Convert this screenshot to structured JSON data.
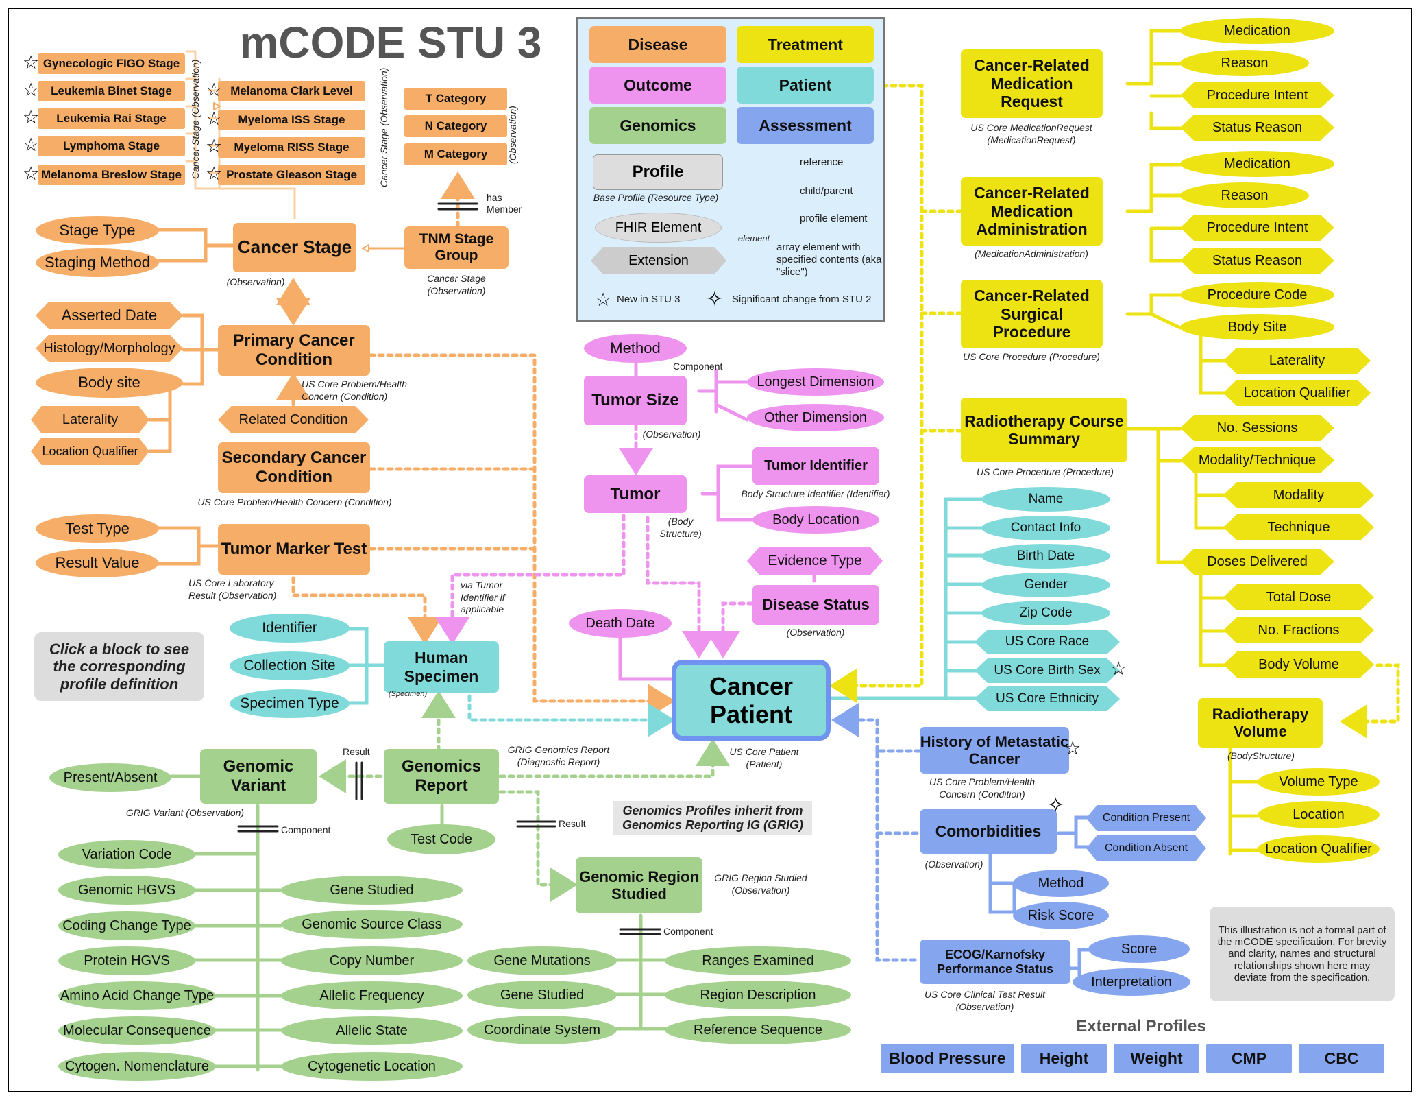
{
  "title": "mCODE STU 3",
  "colors": {
    "disease": "#f6ad67",
    "treatment": "#ede313",
    "outcome": "#ee93ee",
    "patient": "#80dada",
    "genomics": "#a5d18e",
    "assessment": "#86a5ef"
  },
  "legend": {
    "disease": "Disease",
    "treatment": "Treatment",
    "outcome": "Outcome",
    "patient": "Patient",
    "genomics": "Genomics",
    "assessment": "Assessment",
    "profile": "Profile",
    "base_profile": "Base Profile (Resource Type)",
    "fhir_element": "FHIR Element",
    "extension": "Extension",
    "reference": "reference",
    "child_parent": "child/parent",
    "profile_element": "profile element",
    "element": "element",
    "slice": "array element with specified contents (aka \"slice\")",
    "new": "New in STU 3",
    "changed": "Significant change from STU 2"
  },
  "stages": {
    "gyn": "Gynecologic FIGO Stage",
    "binet": "Leukemia Binet Stage",
    "rai": "Leukemia Rai Stage",
    "lymphoma": "Lymphoma Stage",
    "breslow": "Melanoma Breslow Stage",
    "clark": "Melanoma Clark Level",
    "iss": "Myeloma ISS Stage",
    "riss": "Myeloma RISS Stage",
    "gleason": "Prostate Gleason Stage",
    "cap1": "Cancer Stage (Observation)",
    "cap2": "Cancer Stage (Observation)",
    "t": "T Category",
    "n": "N Category",
    "m": "M Category",
    "cap3": "(Observation)",
    "has_member": "has Member"
  },
  "disease": {
    "cancer_stage": "Cancer Stage",
    "cancer_stage_cap": "(Observation)",
    "stage_type": "Stage Type",
    "staging_method": "Staging Method",
    "tnm": "TNM Stage Group",
    "tnm_cap": "Cancer Stage (Observation)",
    "primary": "Primary Cancer Condition",
    "primary_cap": "US Core Problem/Health Concern (Condition)",
    "asserted_date": "Asserted Date",
    "histology": "Histology/Morphology",
    "body_site": "Body site",
    "laterality": "Laterality",
    "location_qualifier": "Location Qualifier",
    "related_condition": "Related Condition",
    "secondary": "Secondary Cancer Condition",
    "secondary_cap": "US Core Problem/Health Concern (Condition)",
    "tumor_marker": "Tumor Marker Test",
    "tumor_marker_cap": "US Core Laboratory Result (Observation)",
    "test_type": "Test Type",
    "result_value": "Result Value"
  },
  "outcome": {
    "method": "Method",
    "component": "Component",
    "tumor_size": "Tumor Size",
    "tumor_size_cap": "(Observation)",
    "longest": "Longest Dimension",
    "other": "Other Dimension",
    "tumor": "Tumor",
    "tumor_cap": "(Body Structure)",
    "tumor_identifier": "Tumor Identifier",
    "tumor_identifier_cap": "Body Structure Identifier (Identifier)",
    "body_location": "Body Location",
    "evidence_type": "Evidence Type",
    "disease_status": "Disease Status",
    "disease_status_cap": "(Observation)",
    "death_date": "Death Date",
    "via": "via Tumor Identifier if applicable"
  },
  "patient": {
    "cancer_patient": "Cancer Patient",
    "cap": "US Core Patient (Patient)",
    "name": "Name",
    "contact": "Contact Info",
    "birth_date": "Birth Date",
    "gender": "Gender",
    "zip": "Zip Code",
    "race": "US Core Race",
    "birth_sex": "US Core Birth Sex",
    "ethnicity": "US Core Ethnicity",
    "specimen": "Human Specimen",
    "specimen_cap": "(Specimen)",
    "identifier": "Identifier",
    "collection_site": "Collection Site",
    "specimen_type": "Specimen Type"
  },
  "note": "Click a block to see the corresponding profile definition",
  "genomics": {
    "variant": "Genomic Variant",
    "variant_cap": "GRIG Variant (Observation)",
    "present_absent": "Present/Absent",
    "result": "Result",
    "report": "Genomics Report",
    "report_cap": "GRIG Genomics Report (Diagnostic Report)",
    "test_code": "Test Code",
    "inherit": "Genomics Profiles inherit from Genomics Reporting IG (GRIG)",
    "region": "Genomic Region Studied",
    "region_cap": "GRIG Region Studied (Observation)",
    "component": "Component",
    "variation_code": "Variation Code",
    "genomic_hgvs": "Genomic HGVS",
    "coding_change": "Coding Change Type",
    "protein_hgvs": "Protein HGVS",
    "amino_acid": "Amino Acid Change Type",
    "molecular": "Molecular Consequence",
    "cytogen": "Cytogen. Nomenclature",
    "gene_studied": "Gene Studied",
    "source_class": "Genomic Source Class",
    "copy_number": "Copy Number",
    "allelic_frequency": "Allelic Frequency",
    "allelic_state": "Allelic State",
    "cytogenetic_location": "Cytogenetic Location",
    "gene_mutations": "Gene Mutations",
    "gene_studied2": "Gene Studied",
    "coordinate_system": "Coordinate System",
    "ranges_examined": "Ranges Examined",
    "region_description": "Region Description",
    "reference_sequence": "Reference Sequence"
  },
  "treatment": {
    "med_request": "Cancer-Related Medication Request",
    "med_request_cap": "US Core MedicationRequest (MedicationRequest)",
    "med_admin": "Cancer-Related Medication Administration",
    "med_admin_cap": "(MedicationAdministration)",
    "surgical": "Cancer-Related Surgical Procedure",
    "surgical_cap": "US Core Procedure (Procedure)",
    "radiotherapy": "Radiotherapy Course Summary",
    "radiotherapy_cap": "US Core Procedure (Procedure)",
    "medication": "Medication",
    "reason": "Reason",
    "procedure_intent": "Procedure Intent",
    "status_reason": "Status Reason",
    "medication2": "Medication",
    "reason2": "Reason",
    "procedure_intent2": "Procedure Intent",
    "status_reason2": "Status Reason",
    "procedure_code": "Procedure Code",
    "body_site": "Body Site",
    "laterality": "Laterality",
    "location_qualifier": "Location Qualifier",
    "sessions": "No. Sessions",
    "modality_technique": "Modality/Technique",
    "modality": "Modality",
    "technique": "Technique",
    "doses": "Doses Delivered",
    "total_dose": "Total Dose",
    "fractions": "No. Fractions",
    "body_volume": "Body Volume",
    "rt_volume": "Radiotherapy Volume",
    "rt_volume_cap": "(BodyStructure)",
    "volume_type": "Volume Type",
    "location": "Location",
    "location_qualifier2": "Location Qualifier"
  },
  "assessment": {
    "metastatic": "History of Metastatic Cancer",
    "metastatic_cap": "US Core Problem/Health Concern (Condition)",
    "comorbidities": "Comorbidities",
    "comorbidities_cap": "(Observation)",
    "condition_present": "Condition Present",
    "condition_absent": "Condition Absent",
    "method": "Method",
    "risk_score": "Risk Score",
    "ecog": "ECOG/Karnofsky Performance Status",
    "ecog_cap": "US Core Clinical Test Result (Observation)",
    "score": "Score",
    "interpretation": "Interpretation"
  },
  "disclaimer": "This illustration is not a formal part of the mCODE specification. For brevity and clarity, names and structural relationships shown here may deviate from the specification.",
  "external": {
    "title": "External Profiles",
    "items": [
      "Blood Pressure",
      "Height",
      "Weight",
      "CMP",
      "CBC"
    ]
  }
}
